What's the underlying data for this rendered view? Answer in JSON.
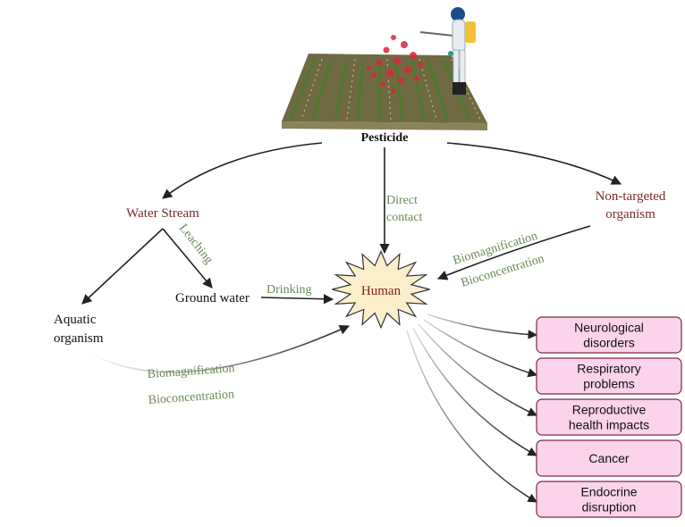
{
  "source": {
    "label": "Pesticide",
    "illustration": "farmer-spraying-field"
  },
  "pathways": {
    "water_stream": "Water Stream",
    "direct_contact": [
      "Direct",
      "contact"
    ],
    "non_targeted": [
      "Non-targeted",
      "organism"
    ],
    "leaching": "Leaching",
    "ground_water": "Ground water",
    "drinking": "Drinking",
    "aquatic": [
      "Aquatic",
      "organism"
    ],
    "biomagnification_top": "Biomagnification",
    "bioconcentration_top": "Bioconcentration",
    "biomagnification_bottom": "Biomagnification",
    "bioconcentration_bottom": "Bioconcentration"
  },
  "human": {
    "label": "Human"
  },
  "effects": [
    {
      "lines": [
        "Neurological",
        "disorders"
      ]
    },
    {
      "lines": [
        "Respiratory",
        "problems"
      ]
    },
    {
      "lines": [
        "Reproductive",
        "health impacts"
      ]
    },
    {
      "lines": [
        "Cancer"
      ]
    },
    {
      "lines": [
        "Endocrine",
        "disruption"
      ]
    }
  ],
  "colors": {
    "pathway_red": "#7a2a2a",
    "edge_green": "#6b8a55",
    "effect_fill": "#fbd3ea",
    "human_fill": "#fbeecb"
  }
}
